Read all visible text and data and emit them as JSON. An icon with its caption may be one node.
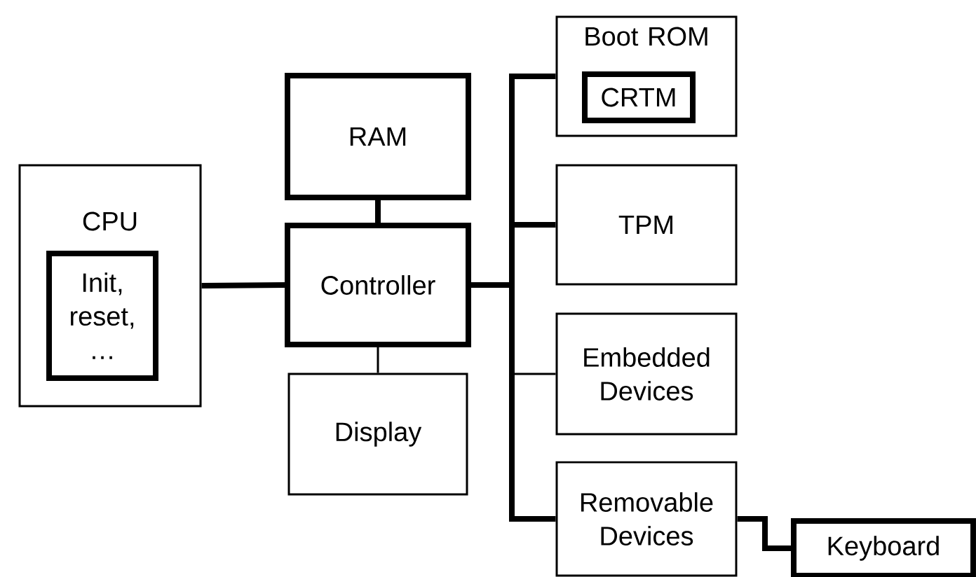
{
  "diagram": {
    "nodes": [
      {
        "text": [
          "CPU"
        ]
      },
      {
        "text": [
          "Init, reset, …"
        ],
        "in": 0
      },
      {
        "text": [
          "RAM"
        ]
      },
      {
        "text": [
          "Controller"
        ]
      },
      {
        "text": [
          "Display"
        ]
      },
      {
        "text": [
          "Boot ROM"
        ]
      },
      {
        "text": [
          "CRTM"
        ],
        "in": 5
      },
      {
        "text": [
          "TPM"
        ]
      },
      {
        "text": [
          "Embedded Devices"
        ]
      },
      {
        "text": [
          "Removable Devices"
        ]
      },
      {
        "text": [
          "Keyboard"
        ]
      }
    ],
    "edges": [
      {
        "from": 0,
        "to": 3,
        "arrow": "none"
      },
      {
        "from": 2,
        "to": 3,
        "arrow": "none"
      },
      {
        "from": 3,
        "to": 4,
        "arrow": "none"
      },
      {
        "from": 3,
        "to": 5,
        "arrow": "none"
      },
      {
        "from": 3,
        "to": 7,
        "arrow": "none"
      },
      {
        "from": 3,
        "to": 8,
        "arrow": "none"
      },
      {
        "from": 3,
        "to": 9,
        "arrow": "none"
      },
      {
        "from": 9,
        "to": 10,
        "arrow": "none"
      }
    ]
  }
}
